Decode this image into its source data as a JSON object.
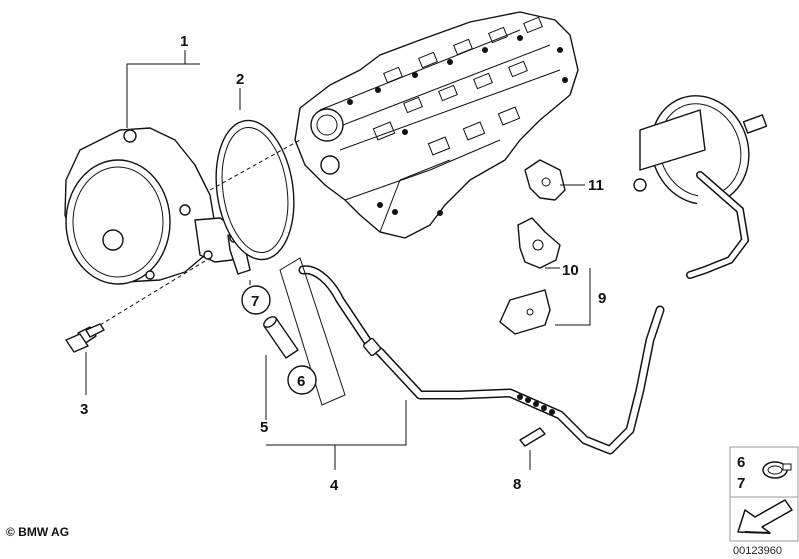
{
  "labels": {
    "l1": "1",
    "l2": "2",
    "l3": "3",
    "l4": "4",
    "l5": "5",
    "l6": "6",
    "l7": "7",
    "l8": "8",
    "l9": "9",
    "l10": "10",
    "l11": "11"
  },
  "legend": {
    "n6": "6",
    "n7": "7"
  },
  "copyright": "© BMW AG",
  "doc_number": "00123960"
}
